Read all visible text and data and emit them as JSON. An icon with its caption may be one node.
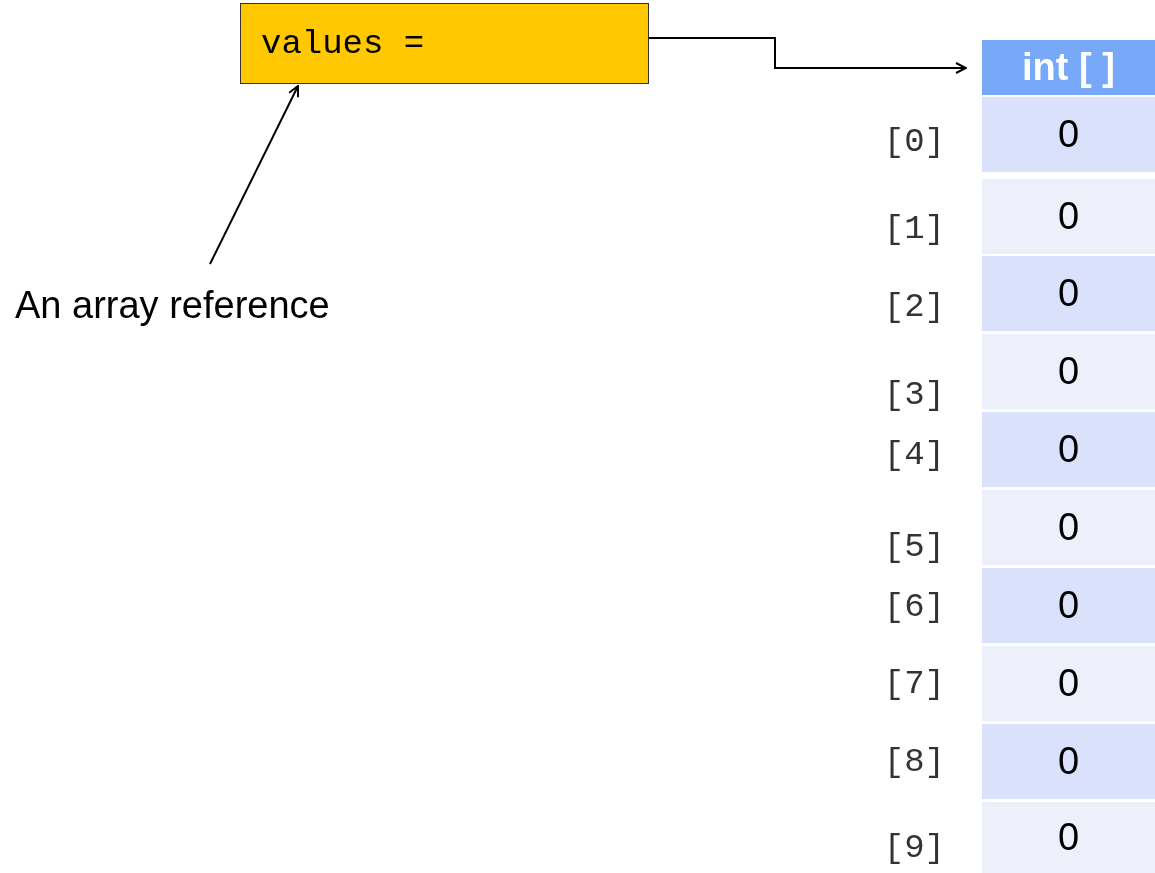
{
  "diagram": {
    "nodes": [
      {
        "text": [
          "values ="
        ]
      },
      {
        "text": [
          "An array reference"
        ]
      },
      {
        "text": [
          "int [ ]"
        ]
      },
      {
        "text": [
          "0"
        ],
        "beside": [
          "[0]"
        ]
      },
      {
        "text": [
          "0"
        ],
        "beside": [
          "[1]"
        ]
      },
      {
        "text": [
          "0"
        ],
        "beside": [
          "[2]"
        ]
      },
      {
        "text": [
          "0"
        ],
        "beside": [
          "[3]"
        ]
      },
      {
        "text": [
          "0"
        ],
        "beside": [
          "[4]"
        ]
      },
      {
        "text": [
          "0"
        ],
        "beside": [
          "[5]"
        ]
      },
      {
        "text": [
          "0"
        ],
        "beside": [
          "[6]"
        ]
      },
      {
        "text": [
          "0"
        ],
        "beside": [
          "[7]"
        ]
      },
      {
        "text": [
          "0"
        ],
        "beside": [
          "[8]"
        ]
      },
      {
        "text": [
          "0"
        ],
        "beside": [
          "[9]"
        ]
      }
    ],
    "edges": [
      {
        "from": 0,
        "to": 2,
        "arrow": "to"
      },
      {
        "from": 1,
        "to": 0,
        "arrow": "to"
      }
    ]
  }
}
